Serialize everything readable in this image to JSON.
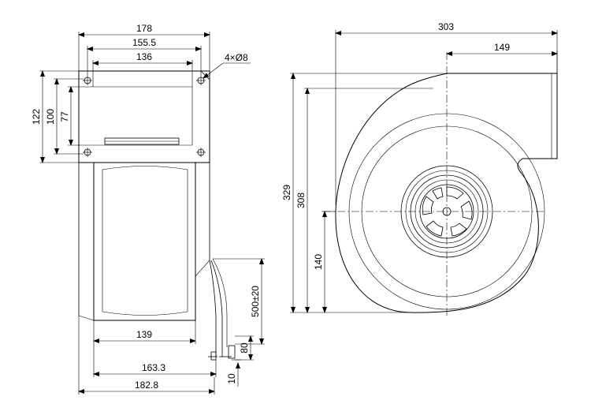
{
  "drawing": {
    "front_view": {
      "dimensions": {
        "overall_width_top": "178",
        "hole_spacing_outer": "155.5",
        "hole_spacing_inner": "136",
        "holes": "4×Ø8",
        "height_122": "122",
        "height_100": "100",
        "height_77": "77",
        "wheel_width": "139",
        "housing_width": "163.3",
        "overall_width_bottom": "182.8",
        "cable_length": "500±20",
        "cable_strip": "80",
        "cable_end": "10"
      }
    },
    "side_view": {
      "dimensions": {
        "overall_length": "303",
        "outlet_offset": "149",
        "overall_height": "329",
        "height_308": "308",
        "axis_height": "140"
      }
    }
  }
}
